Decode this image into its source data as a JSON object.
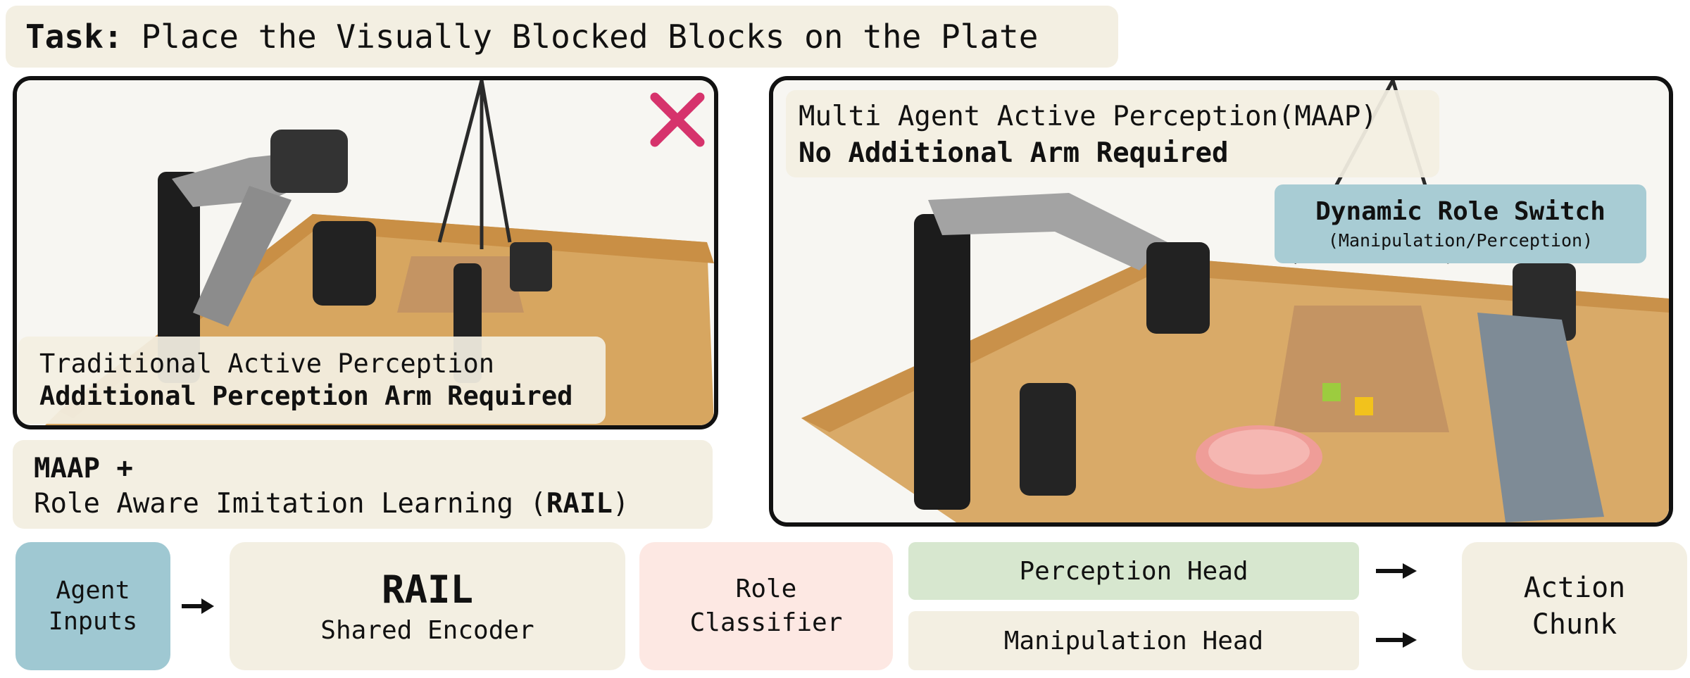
{
  "task": {
    "label": "Task:",
    "text": "Place the Visually Blocked Blocks on the Plate"
  },
  "left_panel": {
    "caption_line1": "Traditional Active Perception",
    "caption_line2": "Additional Perception Arm Required",
    "status_icon": "cross-mark-icon",
    "status_color": "#d6336c"
  },
  "right_panel": {
    "caption_line1": "Multi Agent Active Perception(MAAP)",
    "caption_line2": "No Additional Arm Required",
    "badge_title": "Dynamic Role Switch",
    "badge_subtitle": "(Manipulation/Perception)"
  },
  "maap_box": {
    "line1": "MAAP +",
    "line2_prefix": "Role Aware Imitation Learning (",
    "line2_bold": "RAIL",
    "line2_suffix": ")"
  },
  "pipeline": {
    "agent_inputs_line1": "Agent",
    "agent_inputs_line2": "Inputs",
    "encoder_title": "RAIL",
    "encoder_subtitle": "Shared Encoder",
    "role_classifier_line1": "Role",
    "role_classifier_line2": "Classifier",
    "perception_head": "Perception Head",
    "manipulation_head": "Manipulation Head",
    "action_line1": "Action",
    "action_line2": "Chunk"
  },
  "colors": {
    "cream": "#f3efe2",
    "blue": "#9fc8d2",
    "pink": "#fde8e3",
    "green": "#d7e7cf"
  }
}
